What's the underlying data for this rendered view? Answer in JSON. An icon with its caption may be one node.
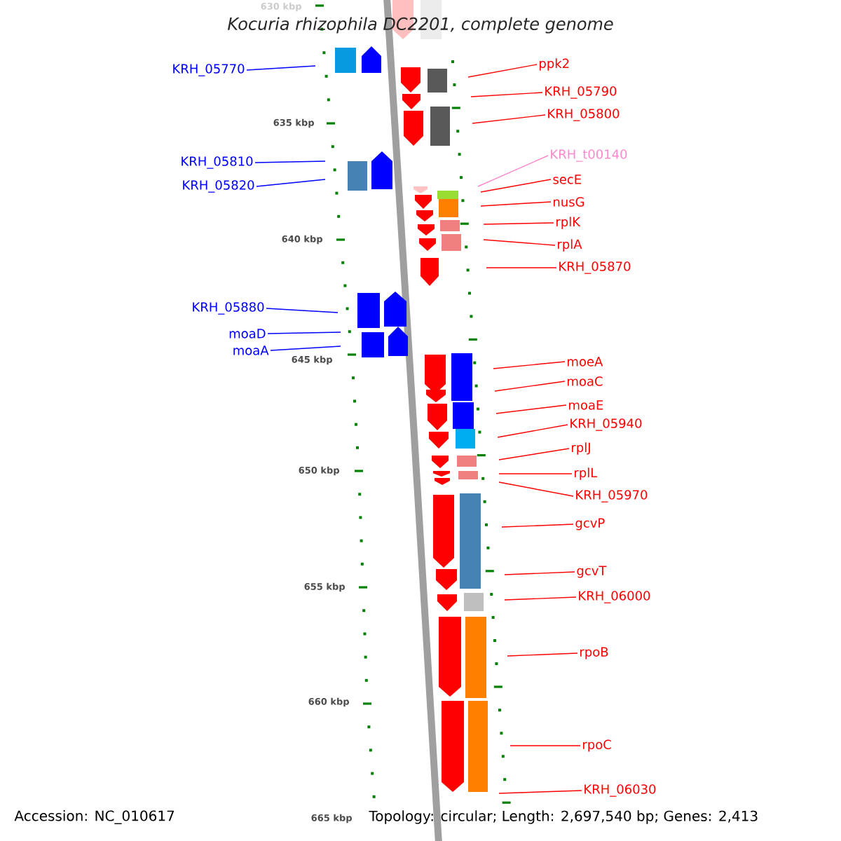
{
  "diagram": {
    "title": "Kocuria rhizophila DC2201, complete genome",
    "nodes": [
      {
        "text": [
          "KRH_05770"
        ]
      },
      {
        "text": [
          "ppk2"
        ]
      },
      {
        "text": [
          "KRH_05790"
        ]
      },
      {
        "text": [
          "KRH_05800"
        ]
      },
      {
        "text": [
          "KRH_t00140"
        ]
      },
      {
        "text": [
          "KRH_05810"
        ]
      },
      {
        "text": [
          "secE"
        ]
      },
      {
        "text": [
          "KRH_05820"
        ]
      },
      {
        "text": [
          "nusG"
        ]
      },
      {
        "text": [
          "rplK"
        ]
      },
      {
        "text": [
          "rplA"
        ]
      },
      {
        "text": [
          "KRH_05870"
        ]
      },
      {
        "text": [
          "KRH_05880"
        ]
      },
      {
        "text": [
          "moaD"
        ]
      },
      {
        "text": [
          "moaA"
        ]
      },
      {
        "text": [
          "moeA"
        ]
      },
      {
        "text": [
          "moaC"
        ]
      },
      {
        "text": [
          "moaE"
        ]
      },
      {
        "text": [
          "KRH_05940"
        ]
      },
      {
        "text": [
          "rplJ"
        ]
      },
      {
        "text": [
          "rplL"
        ]
      },
      {
        "text": [
          "KRH_05970"
        ]
      },
      {
        "text": [
          "gcvP"
        ]
      },
      {
        "text": [
          "gcvT"
        ]
      },
      {
        "text": [
          "KRH_06000"
        ]
      },
      {
        "text": [
          "rpoB"
        ]
      },
      {
        "text": [
          "rpoC"
        ]
      },
      {
        "text": [
          "KRH_06030"
        ]
      }
    ],
    "edges": [
      {
        "from": 0,
        "to": null,
        "arrow": "none",
        "color": "#0000ff"
      },
      {
        "from": 1,
        "to": null,
        "arrow": "none"
      },
      {
        "from": 2,
        "to": null,
        "arrow": "none"
      },
      {
        "from": 3,
        "to": null,
        "arrow": "none"
      },
      {
        "from": 4,
        "to": null,
        "arrow": "none",
        "color": "#ff88cc"
      },
      {
        "from": 5,
        "to": null,
        "arrow": "none",
        "color": "#0000ff"
      },
      {
        "from": 6,
        "to": null,
        "arrow": "none"
      },
      {
        "from": 7,
        "to": null,
        "arrow": "none",
        "color": "#0000ff"
      },
      {
        "from": 8,
        "to": null,
        "arrow": "none"
      },
      {
        "from": 9,
        "to": null,
        "arrow": "none"
      },
      {
        "from": 10,
        "to": null,
        "arrow": "none"
      },
      {
        "from": 11,
        "to": null,
        "arrow": "none"
      },
      {
        "from": 12,
        "to": null,
        "arrow": "none",
        "color": "#0000ff"
      },
      {
        "from": 13,
        "to": null,
        "arrow": "none",
        "color": "#0000ff"
      },
      {
        "from": 14,
        "to": null,
        "arrow": "none",
        "color": "#0000ff"
      },
      {
        "from": 15,
        "to": null,
        "arrow": "none"
      },
      {
        "from": 16,
        "to": null,
        "arrow": "none"
      },
      {
        "from": 17,
        "to": null,
        "arrow": "none"
      },
      {
        "from": 18,
        "to": null,
        "arrow": "none"
      },
      {
        "from": 19,
        "to": null,
        "arrow": "none"
      },
      {
        "from": 20,
        "to": null,
        "arrow": "none"
      },
      {
        "from": 21,
        "to": null,
        "arrow": "none"
      },
      {
        "from": 22,
        "to": null,
        "arrow": "none"
      },
      {
        "from": 23,
        "to": null,
        "arrow": "none"
      },
      {
        "from": 24,
        "to": null,
        "arrow": "none"
      },
      {
        "from": 25,
        "to": null,
        "arrow": "none"
      },
      {
        "from": 26,
        "to": null,
        "arrow": "none"
      },
      {
        "from": 27,
        "to": null,
        "arrow": "none"
      }
    ],
    "labels": [
      "630 kbp",
      "635 kbp",
      "640 kbp",
      "645 kbp",
      "650 kbp",
      "655 kbp",
      "660 kbp",
      "665 kbp",
      "Accession: NC_010617",
      "Topology: circular; Length: 2,697,540 bp; Genes: 2,413"
    ]
  }
}
